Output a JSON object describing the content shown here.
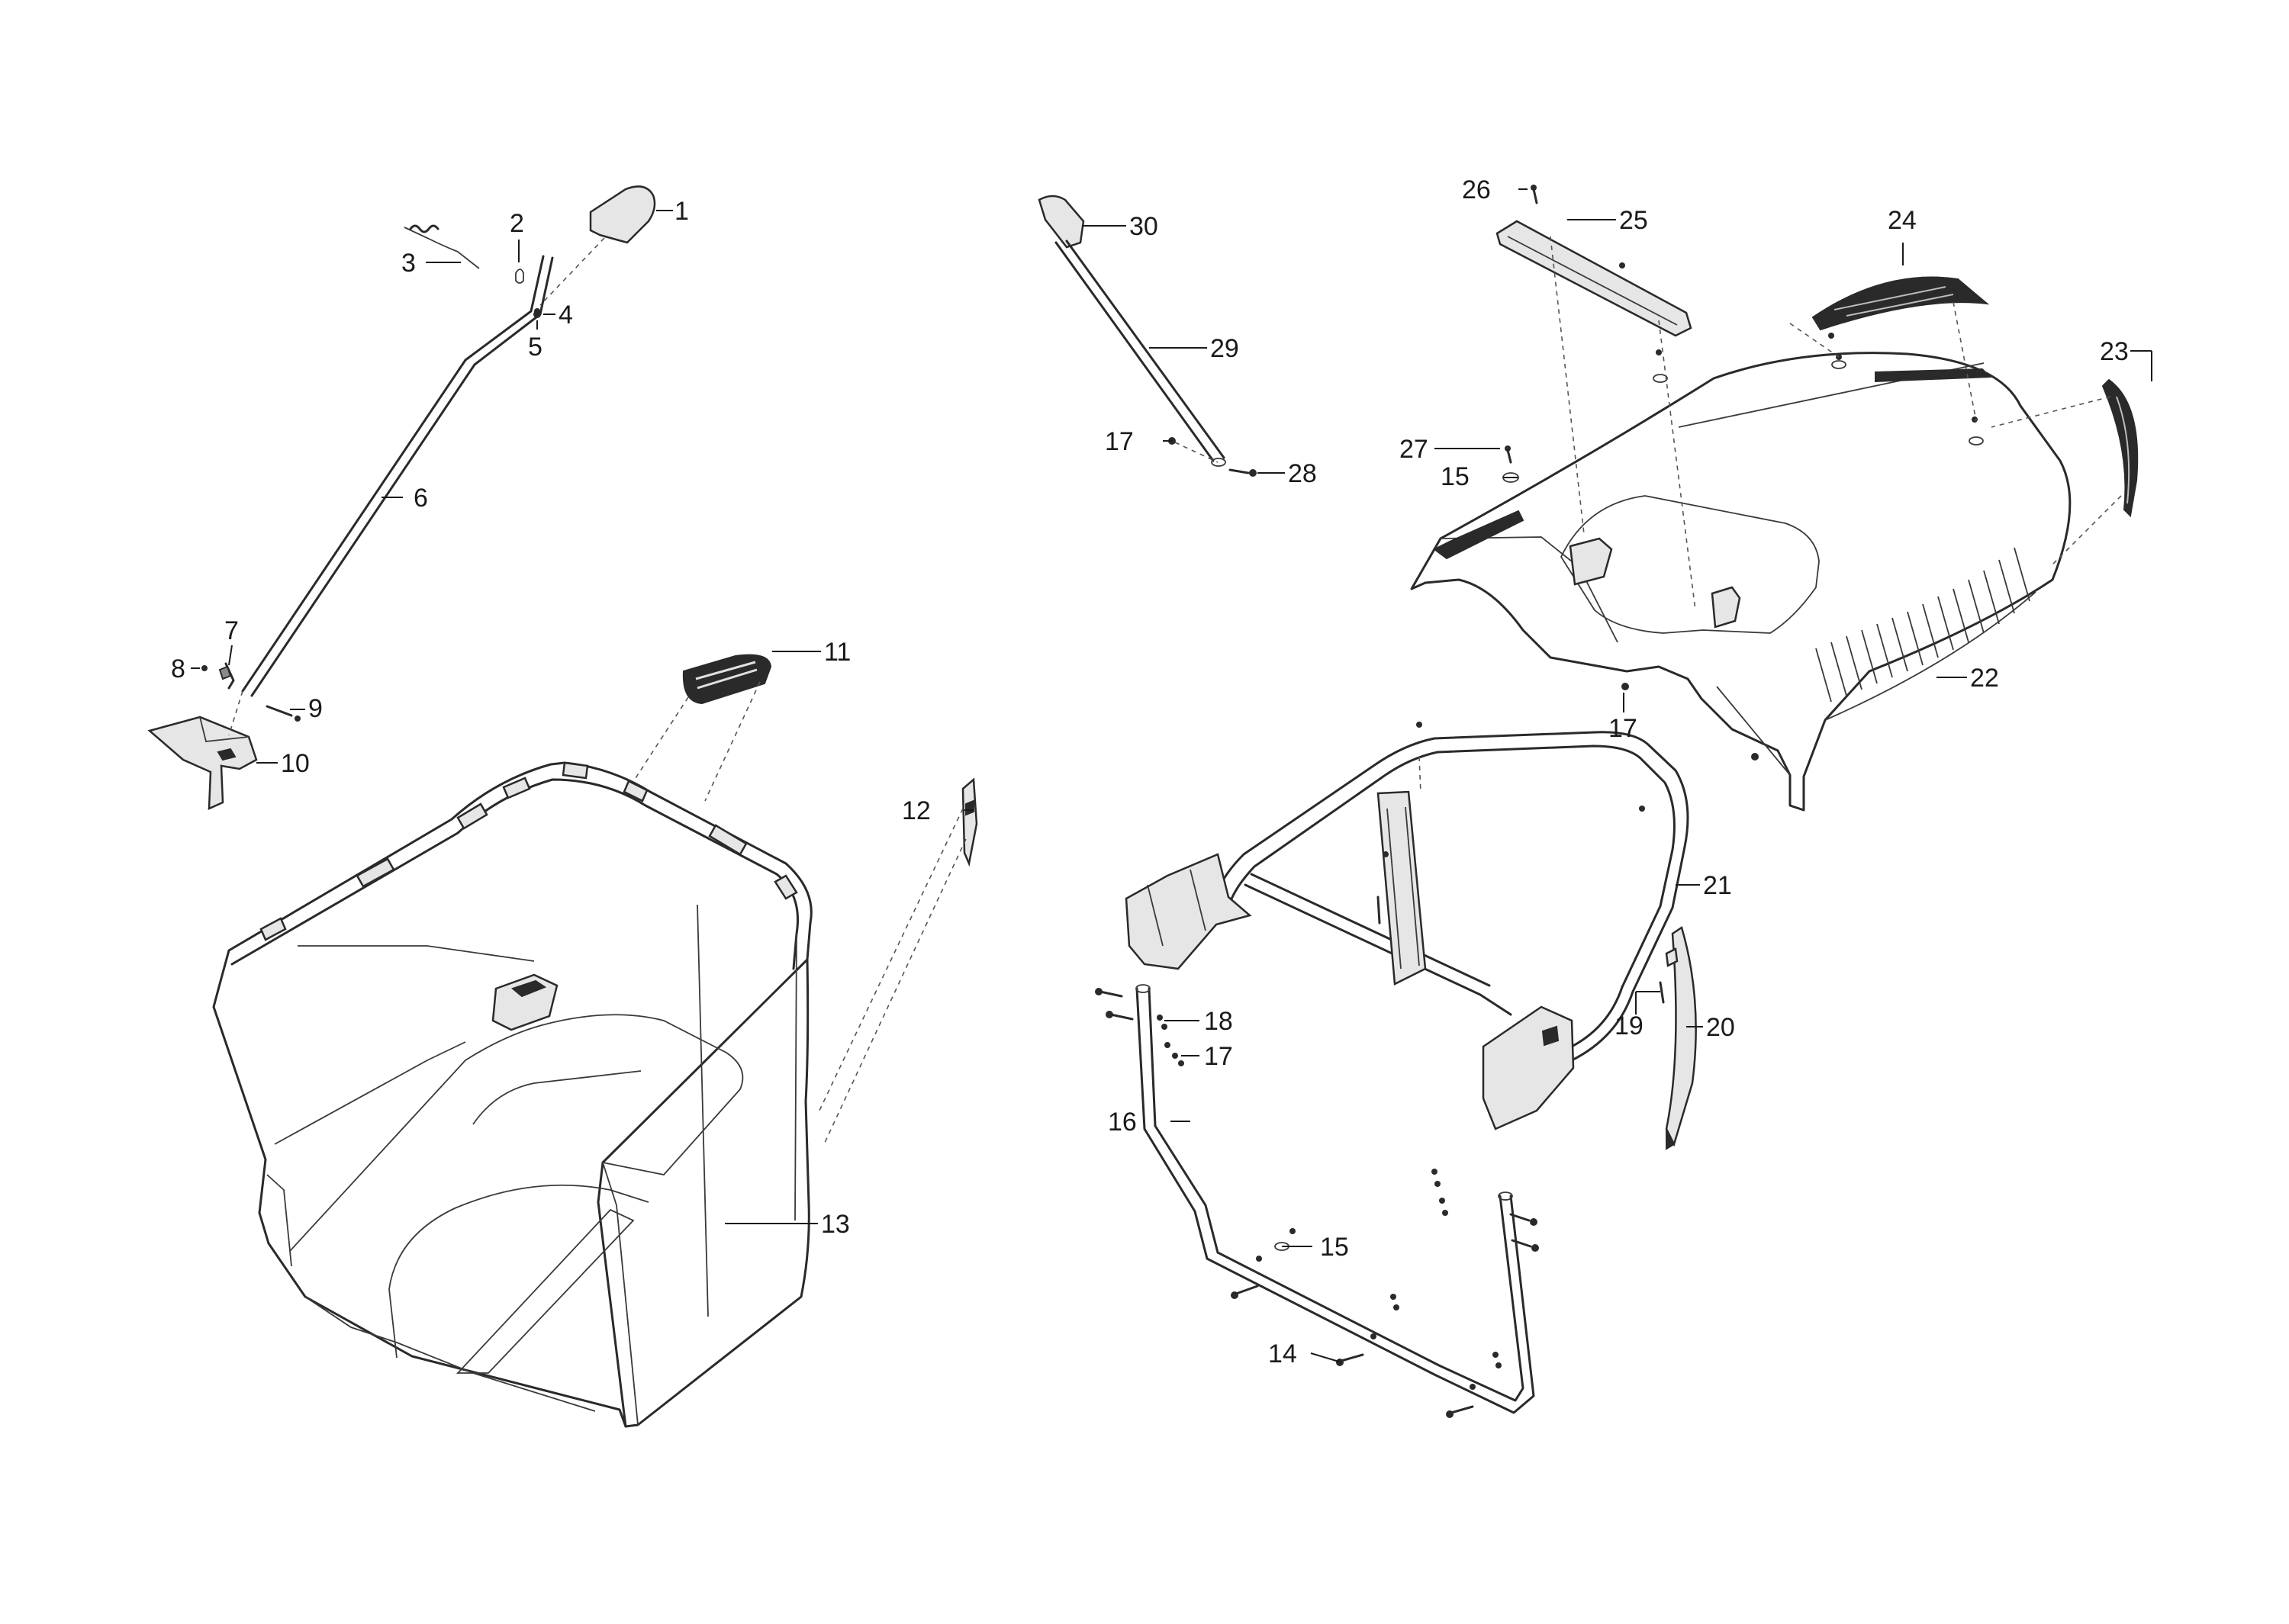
{
  "callouts": [
    {
      "id": "c1",
      "label": "1"
    },
    {
      "id": "c2",
      "label": "2"
    },
    {
      "id": "c3",
      "label": "3"
    },
    {
      "id": "c4",
      "label": "4"
    },
    {
      "id": "c5",
      "label": "5"
    },
    {
      "id": "c6",
      "label": "6"
    },
    {
      "id": "c7",
      "label": "7"
    },
    {
      "id": "c8",
      "label": "8"
    },
    {
      "id": "c9",
      "label": "9"
    },
    {
      "id": "c10",
      "label": "10"
    },
    {
      "id": "c11",
      "label": "11"
    },
    {
      "id": "c12",
      "label": "12"
    },
    {
      "id": "c13",
      "label": "13"
    },
    {
      "id": "c14",
      "label": "14"
    },
    {
      "id": "c15a",
      "label": "15"
    },
    {
      "id": "c15b",
      "label": "15"
    },
    {
      "id": "c16",
      "label": "16"
    },
    {
      "id": "c17a",
      "label": "17"
    },
    {
      "id": "c17b",
      "label": "17"
    },
    {
      "id": "c17c",
      "label": "17"
    },
    {
      "id": "c18",
      "label": "18"
    },
    {
      "id": "c19",
      "label": "19"
    },
    {
      "id": "c20",
      "label": "20"
    },
    {
      "id": "c21",
      "label": "21"
    },
    {
      "id": "c22",
      "label": "22"
    },
    {
      "id": "c23",
      "label": "23"
    },
    {
      "id": "c24",
      "label": "24"
    },
    {
      "id": "c25",
      "label": "25"
    },
    {
      "id": "c26",
      "label": "26"
    },
    {
      "id": "c27",
      "label": "27"
    },
    {
      "id": "c28",
      "label": "28"
    },
    {
      "id": "c29",
      "label": "29"
    },
    {
      "id": "c30",
      "label": "30"
    }
  ]
}
